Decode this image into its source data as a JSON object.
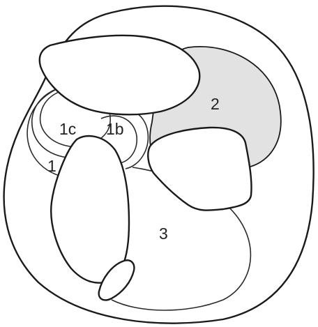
{
  "labels": {
    "region_1": "1",
    "region_1b": "1b",
    "region_1c": "1c",
    "region_2": "2",
    "region_3": "3"
  },
  "colors": {
    "outline": "#1a1a1a",
    "region_2_fill": "#e2e2e2",
    "background": "#ffffff"
  }
}
